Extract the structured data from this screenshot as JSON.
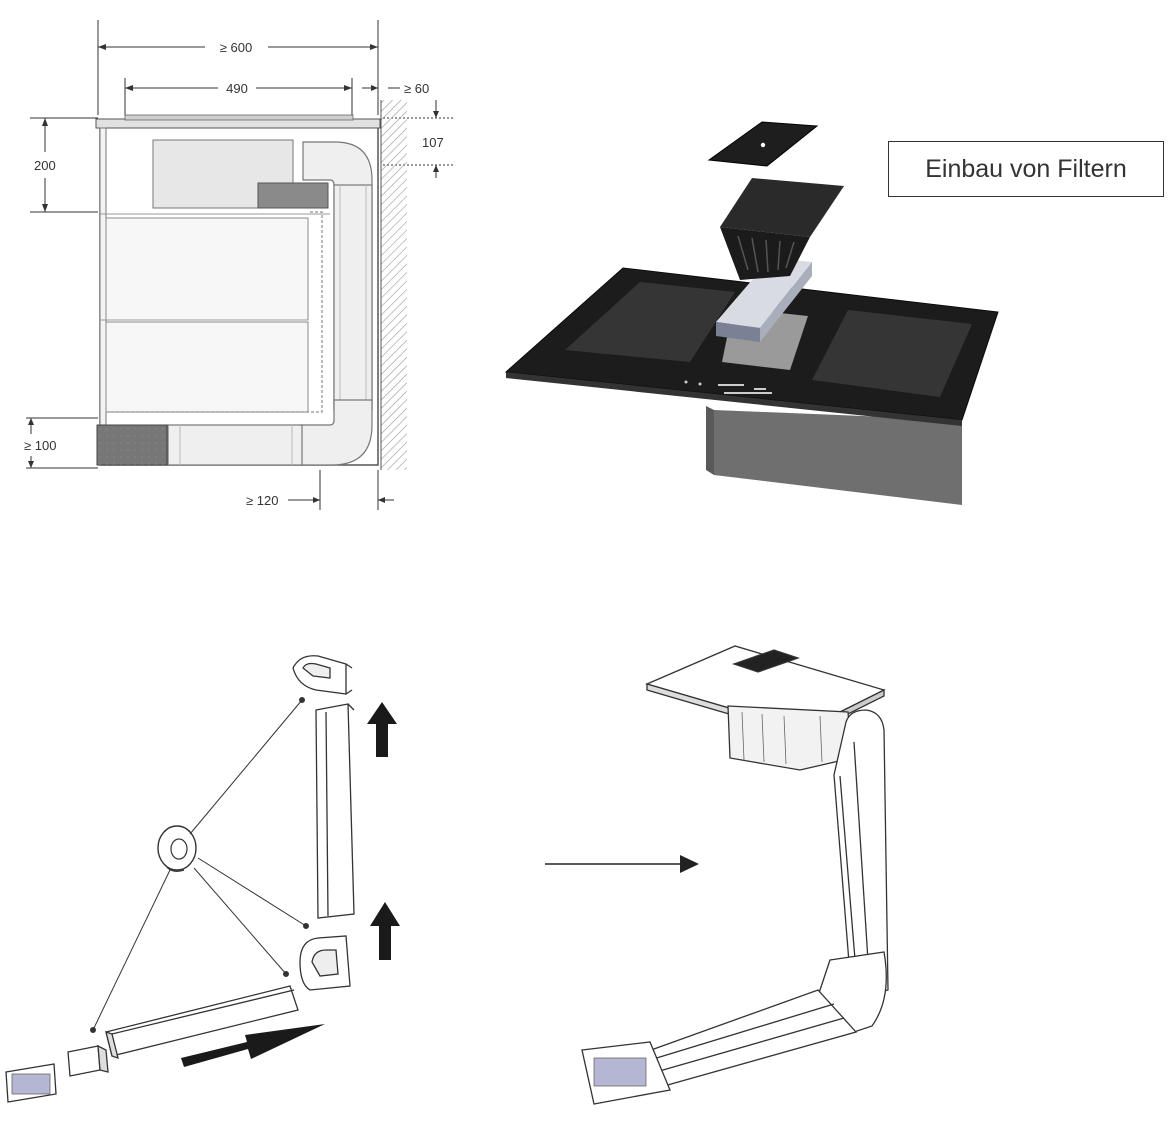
{
  "caption": "Einbau von Filtern",
  "dimensions": {
    "total_width": "≥ 600",
    "hob_width": "490",
    "wall_gap": "≥ 60",
    "top_height": "200",
    "duct_offset": "107",
    "plinth_height": "≥ 100",
    "rear_gap": "≥ 120"
  },
  "colors": {
    "line": "#333333",
    "hob": "#1c1c1c",
    "wall_hatch": "#9a9a9a",
    "box_fill": "#e7e7e7",
    "duct_fill": "#efefef",
    "motor": "#8a8a8a",
    "vent": "#b4b6d4"
  }
}
